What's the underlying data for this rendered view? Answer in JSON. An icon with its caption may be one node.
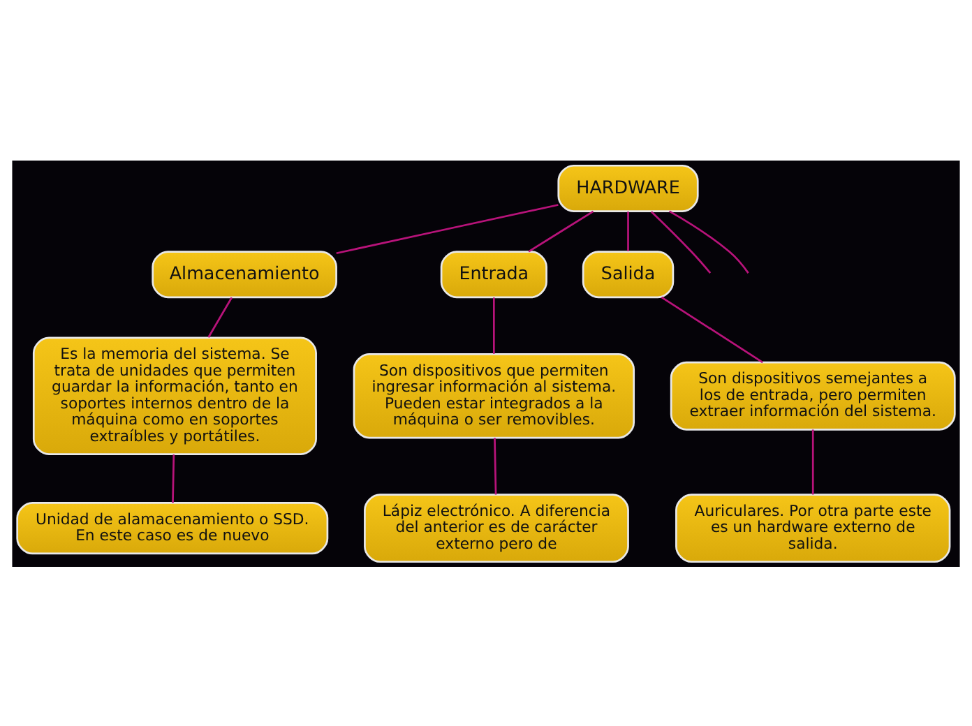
{
  "diagram": {
    "nodes": [
      {
        "text": [
          "HARDWARE"
        ]
      },
      {
        "text": [
          "Almacenamiento"
        ]
      },
      {
        "text": [
          "Entrada"
        ]
      },
      {
        "text": [
          "Salida"
        ]
      },
      {
        "text": [
          "Es la memoria del sistema. Se trata de unidades que permiten guardar la información, tanto en soportes internos dentro de la máquina como en soportes extraíbles y portátiles."
        ]
      },
      {
        "text": [
          "Son dispositivos que permiten ingresar información al sistema. Pueden estar integrados a la máquina o ser removibles."
        ]
      },
      {
        "text": [
          "Son dispositivos semejantes a los de entrada, pero permiten extraer información del sistema."
        ]
      },
      {
        "text": [
          "Unidad de alamacenamiento o SSD. En este caso es de nuevo"
        ]
      },
      {
        "text": [
          "Lápiz electrónico. A diferencia del anterior es de carácter externo pero de"
        ]
      },
      {
        "text": [
          "Auriculares. Por otra parte este es un hardware externo de salida."
        ]
      }
    ],
    "edges": [
      {
        "from": 0,
        "to": null,
        "arrow": "none"
      },
      {
        "from": 0,
        "to": 1,
        "arrow": "none"
      },
      {
        "from": 0,
        "to": 2,
        "arrow": "none"
      },
      {
        "from": 0,
        "to": 3,
        "arrow": "none"
      },
      {
        "from": 0,
        "to": null,
        "arrow": "none"
      },
      {
        "from": 1,
        "to": 4,
        "arrow": "none"
      },
      {
        "from": 2,
        "to": 5,
        "arrow": "none"
      },
      {
        "from": 3,
        "to": 6,
        "arrow": "none"
      },
      {
        "from": 4,
        "to": 7,
        "arrow": "none"
      },
      {
        "from": 5,
        "to": 8,
        "arrow": "none"
      },
      {
        "from": 6,
        "to": 9,
        "arrow": "none"
      }
    ]
  }
}
